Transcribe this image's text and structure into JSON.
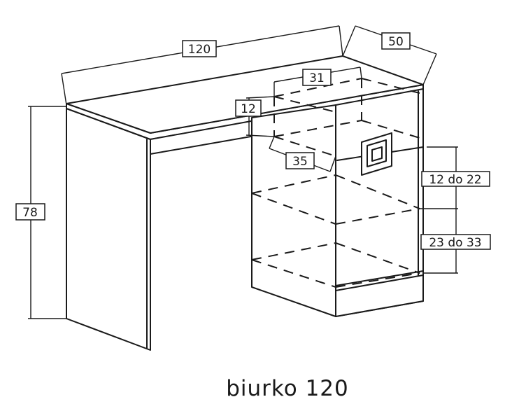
{
  "caption": "biurko 120",
  "dimensions": {
    "width": "120",
    "depth": "50",
    "height": "78",
    "drawer_width": "31",
    "drawer_height": "12",
    "drawer_depth": "35",
    "upper_shelf_range": "12 do 22",
    "lower_shelf_range": "23 do 33"
  }
}
